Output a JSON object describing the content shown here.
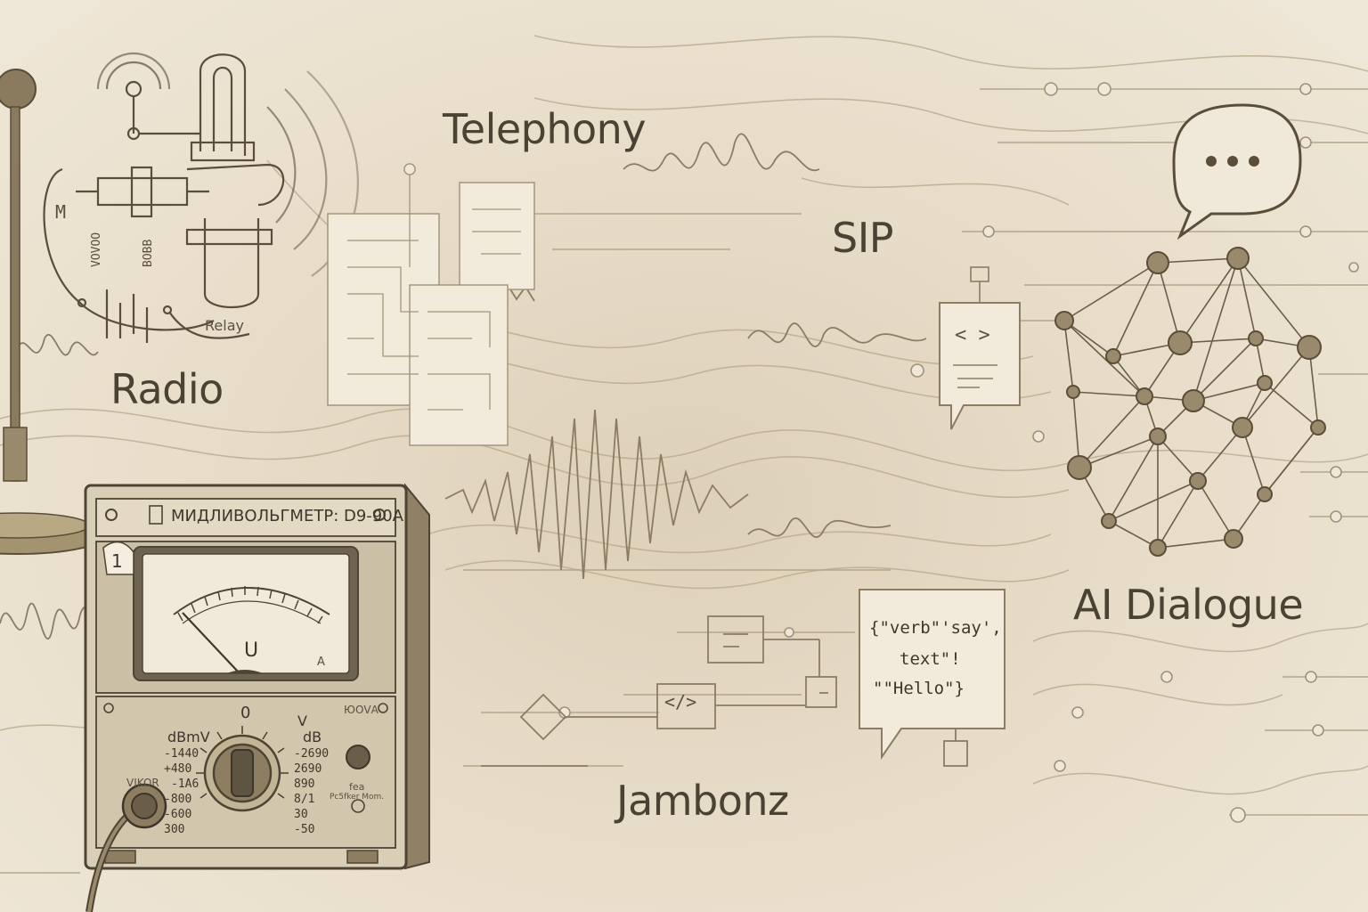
{
  "headings": {
    "radio": "Radio",
    "telephony": "Telephony",
    "sip": "SIP",
    "ai_dialogue": "AI Dialogue",
    "jambonz": "Jambonz"
  },
  "relay_label": "Relay",
  "meter": {
    "title": "МИДЛИВОЛЬГМЕТР: D9-90A",
    "badge": "1",
    "needle_label": "U",
    "corner_label": "A",
    "zero_label": "0",
    "brand": "ЮОVА",
    "unit_left": "dBmV",
    "unit_right_top": "V",
    "unit_right": "dB",
    "left_scale": [
      "-1440",
      "+480",
      "-1A6",
      "-800",
      "-600",
      "300"
    ],
    "right_scale": [
      "-2690",
      "2690",
      "890",
      "8/1",
      "30",
      "-50"
    ],
    "vikor_label": "VIKOR",
    "fea_label": "fea",
    "fea_sub": "Pc5fker Mom."
  },
  "code_bubble": {
    "line1": "{\"verb\"'say',",
    "line2": "text\"!",
    "line3": "\"\"Hello\"}"
  },
  "sip_doc_glyph": "< >",
  "jambonz_code_glyph": "</>",
  "colors": {
    "ink": "#4a4232",
    "line": "#8a7d63",
    "paper": "#ece3d2"
  }
}
